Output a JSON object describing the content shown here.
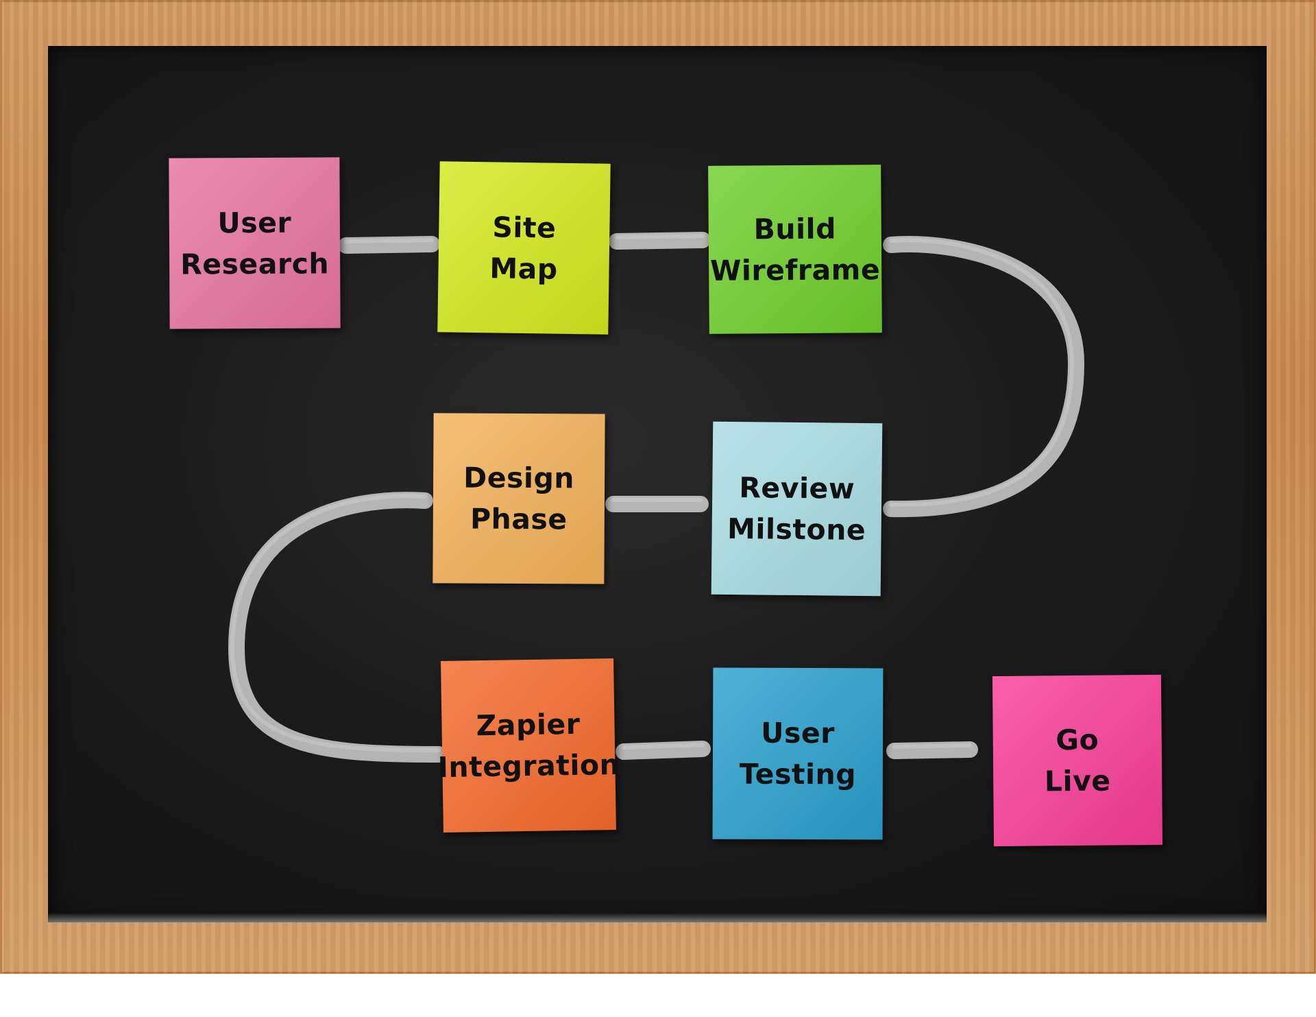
{
  "colors": {
    "frame": "#c8884d",
    "board": "#1c1c1c",
    "chalk": "#cfcfcf"
  },
  "steps": [
    {
      "label": "User\nResearch",
      "color": "#e7749f"
    },
    {
      "label": "Site\nMap",
      "color": "#d4e81e"
    },
    {
      "label": "Build\nWireframe",
      "color": "#6fce2c"
    },
    {
      "label": "Design\nPhase",
      "color": "#f3b159"
    },
    {
      "label": "Review\nMilstone",
      "color": "#a9dce3"
    },
    {
      "label": "Zapier\nIntegration",
      "color": "#f46a2c"
    },
    {
      "label": "User\nTesting",
      "color": "#2a9fcc"
    },
    {
      "label": "Go\nLive",
      "color": "#f83d97"
    }
  ]
}
